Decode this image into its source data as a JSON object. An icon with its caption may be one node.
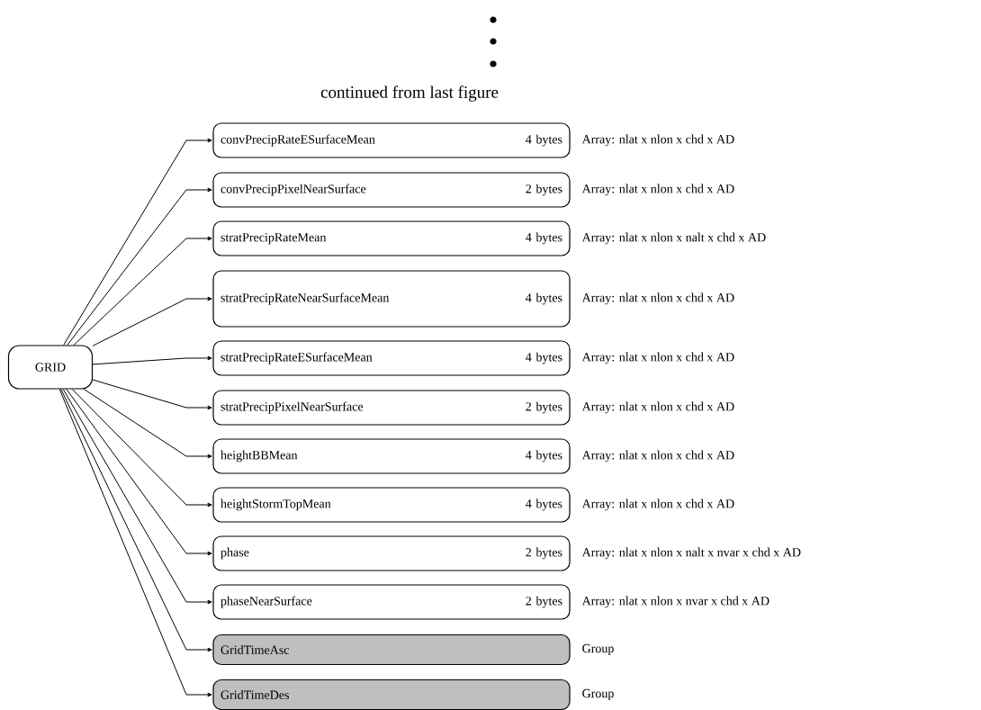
{
  "diagram": {
    "nodes": [
      {
        "text": [
          "GRID"
        ]
      },
      {
        "text": [
          "convPrecipRateESurfaceMean",
          "4 bytes"
        ],
        "beside": [
          "Array: nlat x nlon x chd x AD"
        ]
      },
      {
        "text": [
          "convPrecipPixelNearSurface",
          "2 bytes"
        ],
        "beside": [
          "Array: nlat x nlon x chd x AD"
        ]
      },
      {
        "text": [
          "stratPrecipRateMean",
          "4 bytes"
        ],
        "beside": [
          "Array: nlat x nlon x nalt x chd x AD"
        ]
      },
      {
        "text": [
          "stratPrecipRateNearSurfaceMean",
          "4 bytes"
        ],
        "beside": [
          "Array: nlat x nlon x chd x AD"
        ]
      },
      {
        "text": [
          "stratPrecipRateESurfaceMean",
          "4 bytes"
        ],
        "beside": [
          "Array: nlat x nlon x chd x AD"
        ]
      },
      {
        "text": [
          "stratPrecipPixelNearSurface",
          "2 bytes"
        ],
        "beside": [
          "Array: nlat x nlon x chd x AD"
        ]
      },
      {
        "text": [
          "heightBBMean",
          "4 bytes"
        ],
        "beside": [
          "Array: nlat x nlon x chd x AD"
        ]
      },
      {
        "text": [
          "heightStormTopMean",
          "4 bytes"
        ],
        "beside": [
          "Array: nlat x nlon x chd x AD"
        ]
      },
      {
        "text": [
          "phase",
          "2 bytes"
        ],
        "beside": [
          "Array: nlat x nlon x nalt x nvar x chd x AD"
        ]
      },
      {
        "text": [
          "phaseNearSurface",
          "2 bytes"
        ],
        "beside": [
          "Array: nlat x nlon x nvar x chd x AD"
        ]
      },
      {
        "text": [
          "GridTimeAsc"
        ],
        "beside": [
          "Group"
        ]
      },
      {
        "text": [
          "GridTimeDes"
        ],
        "beside": [
          "Group"
        ]
      }
    ],
    "edges": [
      {
        "from": 0,
        "to": 1,
        "arrow": "to"
      },
      {
        "from": 0,
        "to": 2,
        "arrow": "to"
      },
      {
        "from": 0,
        "to": 3,
        "arrow": "to"
      },
      {
        "from": 0,
        "to": 4,
        "arrow": "to"
      },
      {
        "from": 0,
        "to": 5,
        "arrow": "to"
      },
      {
        "from": 0,
        "to": 6,
        "arrow": "to"
      },
      {
        "from": 0,
        "to": 7,
        "arrow": "to"
      },
      {
        "from": 0,
        "to": 8,
        "arrow": "to"
      },
      {
        "from": 0,
        "to": 9,
        "arrow": "to"
      },
      {
        "from": 0,
        "to": 10,
        "arrow": "to"
      },
      {
        "from": 0,
        "to": 11,
        "arrow": "to"
      },
      {
        "from": 0,
        "to": 12,
        "arrow": "to"
      }
    ],
    "labels": [
      "continued from last figure"
    ]
  }
}
